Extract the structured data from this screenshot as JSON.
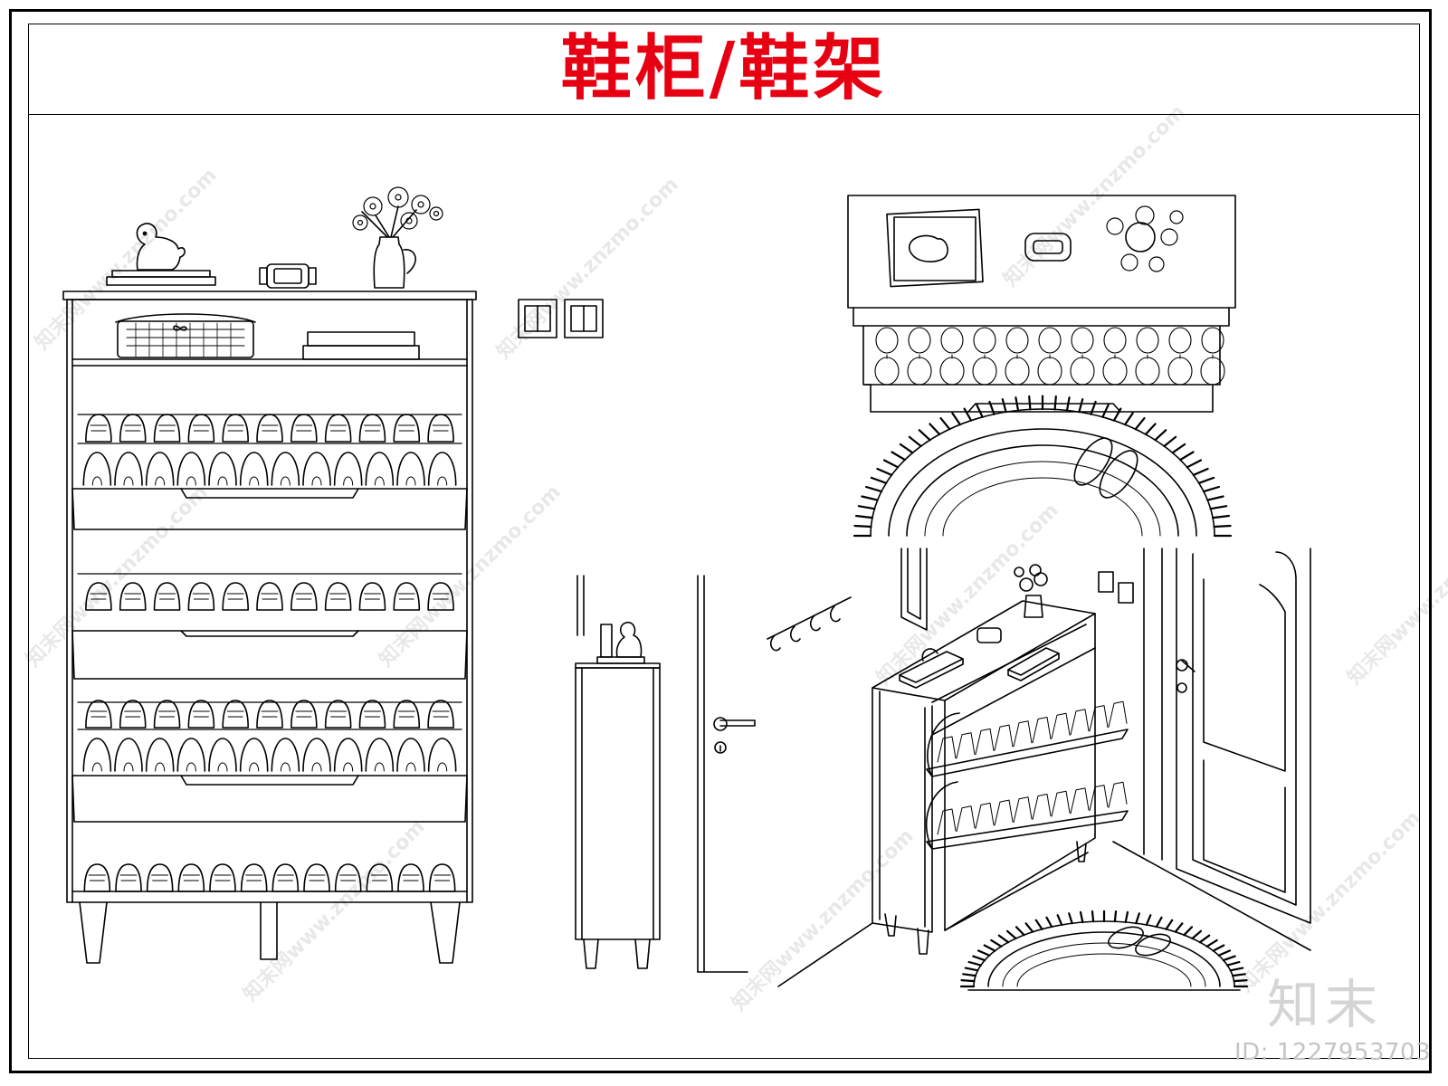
{
  "title": "鞋柜/鞋架",
  "watermark": {
    "text": "知末网www.znzmo.com"
  },
  "brand_logo": "知末",
  "id_text": "ID: 1227953703",
  "colors": {
    "title": "#e60012",
    "line": "#000000",
    "watermark": "#000000"
  },
  "views": [
    "front-elevation",
    "side-elevation",
    "top-view",
    "perspective-view"
  ]
}
